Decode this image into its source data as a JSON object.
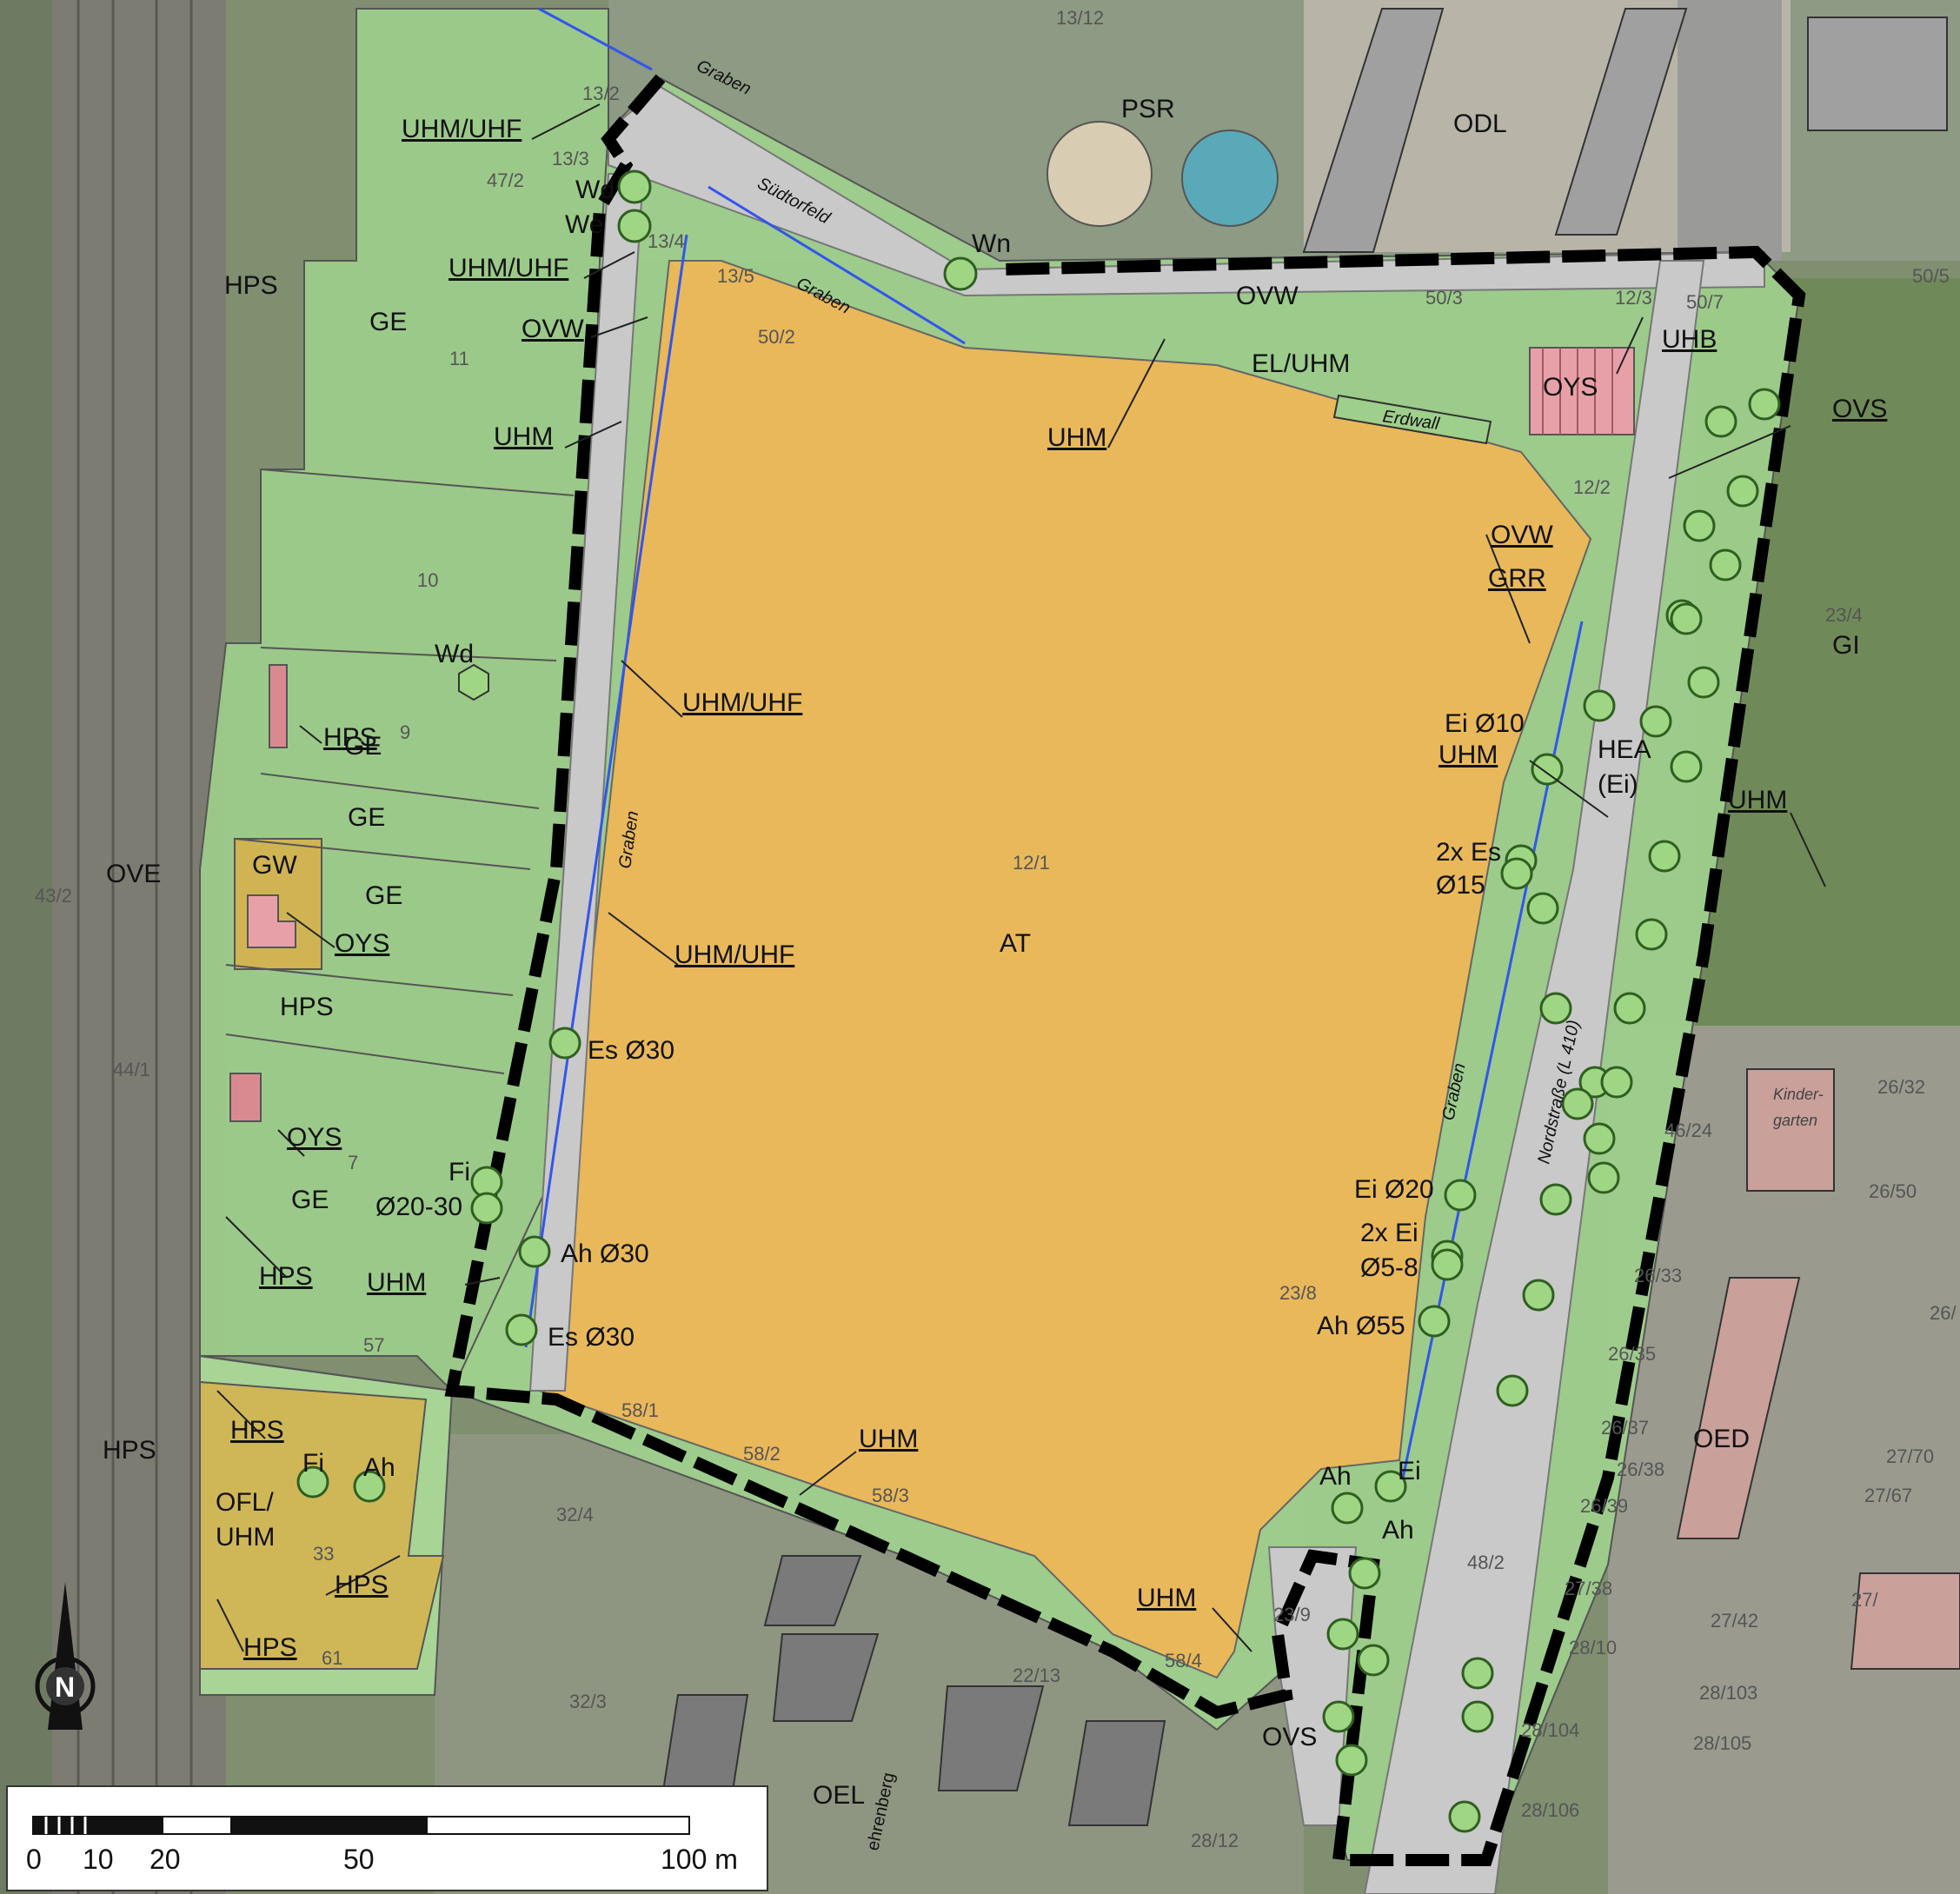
{
  "labels": {
    "HPS": "HPS",
    "GE": "GE",
    "OVE": "OVE",
    "GW": "GW",
    "OYS": "OYS",
    "UHM_UHF": "UHM/UHF",
    "OVW": "OVW",
    "UHM": "UHM",
    "Wd": "Wd",
    "We": "We",
    "Wn": "Wn",
    "PSR": "PSR",
    "ODL": "ODL",
    "EL_UHM": "EL/UHM",
    "UHB": "UHB",
    "OVS": "OVS",
    "GRR": "GRR",
    "GI": "GI",
    "AT": "AT",
    "HEA": "HEA",
    "HEA_sub": "(Ei)",
    "OFL": "OFL/",
    "OFL_UHM": "UHM",
    "OED": "OED",
    "OEL": "OEL",
    "Fi": "Fi",
    "Ah": "Ah",
    "Ei": "Ei",
    "Es30": "Es Ø30",
    "Ah30": "Ah Ø30",
    "Fi2030a": "Fi",
    "Fi2030b": "Ø20-30",
    "Ei10": "Ei Ø10",
    "Es15a": "2x Es",
    "Es15b": "Ø15",
    "Ei20": "Ei Ø20",
    "Ei58a": "2x Ei",
    "Ei58b": "Ø5-8",
    "Ah55": "Ah Ø55",
    "Graben": "Graben",
    "Suedtorfeld": "Südtorfeld",
    "Erdwall": "Erdwall",
    "Nordstrasse": "Nordstraße (L 410)",
    "Kindergarten1": "Kinder-",
    "Kindergarten2": "garten",
    "Ehrenberg": "ehrenberg"
  },
  "parcels": [
    "13/12",
    "13/2",
    "13/3",
    "47/2",
    "13/4",
    "13/5",
    "50/2",
    "50/3",
    "12/3",
    "50/7",
    "50/5",
    "11",
    "10",
    "9",
    "7",
    "57",
    "33",
    "61",
    "12/1",
    "12/2",
    "23/4",
    "23/8",
    "58/1",
    "58/2",
    "58/3",
    "58/4",
    "32/4",
    "32/3",
    "23/9",
    "48/2",
    "43/2",
    "44/1",
    "26/32",
    "46/24",
    "26/50",
    "26/33",
    "26/35",
    "26/37",
    "26/38",
    "26/39",
    "27/38",
    "27/42",
    "27/70",
    "27/67",
    "28/103",
    "28/104",
    "28/105",
    "28/106",
    "28/10",
    "22/13",
    "26/",
    "27/",
    "28/12"
  ],
  "scale": {
    "ticks": [
      "0",
      "10",
      "20",
      "50",
      "100 m"
    ]
  },
  "north": "N",
  "colors": {
    "meadow": "#9ecf8c",
    "field": "#e8b85a",
    "boundary": "#000000",
    "ditch": "#3355ee",
    "pink": "#e8a0a8",
    "road": "#c9c9c9"
  }
}
